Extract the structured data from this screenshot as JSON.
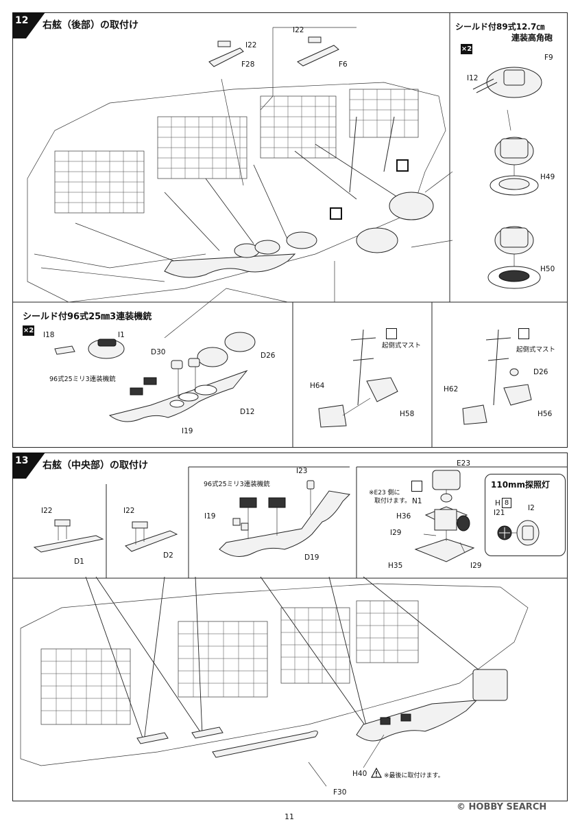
{
  "step12": {
    "number": "12",
    "title": "右舷（後部）の取付け",
    "parts": {
      "i22_a": "I22",
      "f28": "F28",
      "i22_b": "I22",
      "f6": "F6",
      "i18": "I18",
      "i1": "I1",
      "d30": "D30",
      "d26": "D26",
      "d12": "D12",
      "i19": "I19",
      "h64": "H64",
      "h58": "H58",
      "h62": "H62",
      "h56": "H56",
      "d26_b": "D26",
      "f9": "F9",
      "i12": "I12",
      "h49": "H49",
      "h50": "H50"
    },
    "gun127_title_line1": "シールド付89式12.7㎝",
    "gun127_title_line2": "連装高角砲",
    "gun25_title": "シールド付96式25㎜3連装機銃",
    "gun25_label": "96式25ミリ3連装機銃",
    "mast_label_a": "起倒式マスト",
    "mast_label_b": "起倒式マスト",
    "qty_a": "×2",
    "qty_b": "×2"
  },
  "step13": {
    "number": "13",
    "title": "右舷（中央部）の取付け",
    "parts": {
      "i22_a": "I22",
      "d1": "D1",
      "i22_b": "I22",
      "d2": "D2",
      "i19": "I19",
      "i23": "I23",
      "d19": "D19",
      "e23": "E23",
      "n1": "N1",
      "h36": "H36",
      "i29_a": "I29",
      "i29_b": "I29",
      "h35": "H35",
      "h8": "8",
      "h8_prefix": "H",
      "i21": "I21",
      "i2": "I2",
      "h40": "H40",
      "f30": "F30"
    },
    "gun25_label": "96式25ミリ3連装機銃",
    "e23_note_line1": "※E23 側に",
    "e23_note_line2": "取付けます。",
    "searchlight_title": "110mm探照灯",
    "h40_note": "※最後に取付けます。"
  },
  "footer": {
    "page_number": "11",
    "watermark": "© HOBBY SEARCH"
  }
}
